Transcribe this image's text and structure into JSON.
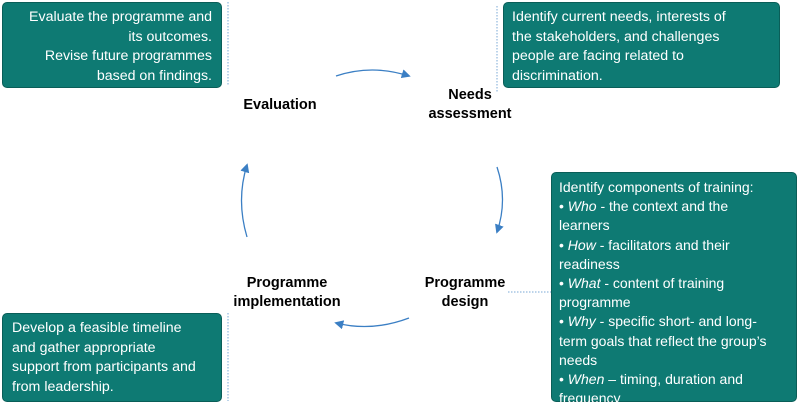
{
  "stages": {
    "evaluation": "Evaluation",
    "needs": [
      "Needs",
      "assessment"
    ],
    "design": [
      "Programme",
      "design"
    ],
    "implementation": [
      "Programme",
      "implementation"
    ]
  },
  "boxes": {
    "evaluation": [
      "Evaluate the programme and",
      "its outcomes.",
      "Revise future programmes",
      "based on findings."
    ],
    "needs": [
      "Identify current needs, interests of",
      "the stakeholders, and challenges",
      "people are facing related to",
      "discrimination."
    ],
    "design": {
      "heading": "Identify components of training:",
      "items": [
        {
          "key": "Who",
          "text": [
            " - the context and the",
            "learners"
          ]
        },
        {
          "key": "How",
          "text": [
            " - facilitators and their",
            "readiness"
          ]
        },
        {
          "key": "What",
          "text": [
            " - content of training",
            "programme"
          ]
        },
        {
          "key": "Why",
          "text": [
            " - specific short- and long-",
            "term goals that reflect the group’s",
            "needs"
          ]
        },
        {
          "key": "When",
          "text": [
            " – timing, duration and",
            "frequency"
          ]
        }
      ]
    },
    "implementation": [
      "Develop a feasible timeline",
      "and gather appropriate",
      "support from participants and",
      "from leadership."
    ]
  },
  "colors": {
    "box_fill": "#0e7a73",
    "box_text": "#ffffff",
    "arrow": "#3b7fc4",
    "connector": "#7aa8d6"
  }
}
